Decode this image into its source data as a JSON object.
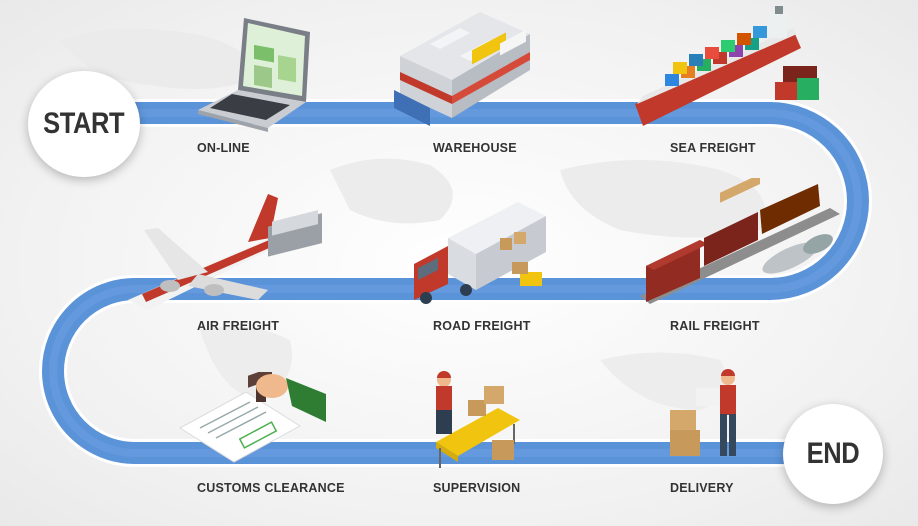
{
  "badges": {
    "start": "START",
    "end": "END"
  },
  "steps": [
    {
      "id": "online",
      "label": "ON-LINE",
      "icon": "laptop-icon"
    },
    {
      "id": "warehouse",
      "label": "WAREHOUSE",
      "icon": "warehouse-icon"
    },
    {
      "id": "sea",
      "label": "SEA FREIGHT",
      "icon": "cargo-ship-icon"
    },
    {
      "id": "air",
      "label": "AIR FREIGHT",
      "icon": "airplane-icon"
    },
    {
      "id": "road",
      "label": "ROAD FREIGHT",
      "icon": "truck-icon"
    },
    {
      "id": "rail",
      "label": "RAIL FREIGHT",
      "icon": "train-icon"
    },
    {
      "id": "customs",
      "label": "CUSTOMS CLEARANCE",
      "icon": "approval-stamp-icon"
    },
    {
      "id": "supervision",
      "label": "SUPERVISION",
      "icon": "worker-conveyor-icon"
    },
    {
      "id": "delivery",
      "label": "DELIVERY",
      "icon": "delivery-man-icon"
    }
  ],
  "colors": {
    "road": "#5b93d9",
    "road_edge": "#ffffff",
    "text": "#333333",
    "background": "#f3f3f3"
  }
}
